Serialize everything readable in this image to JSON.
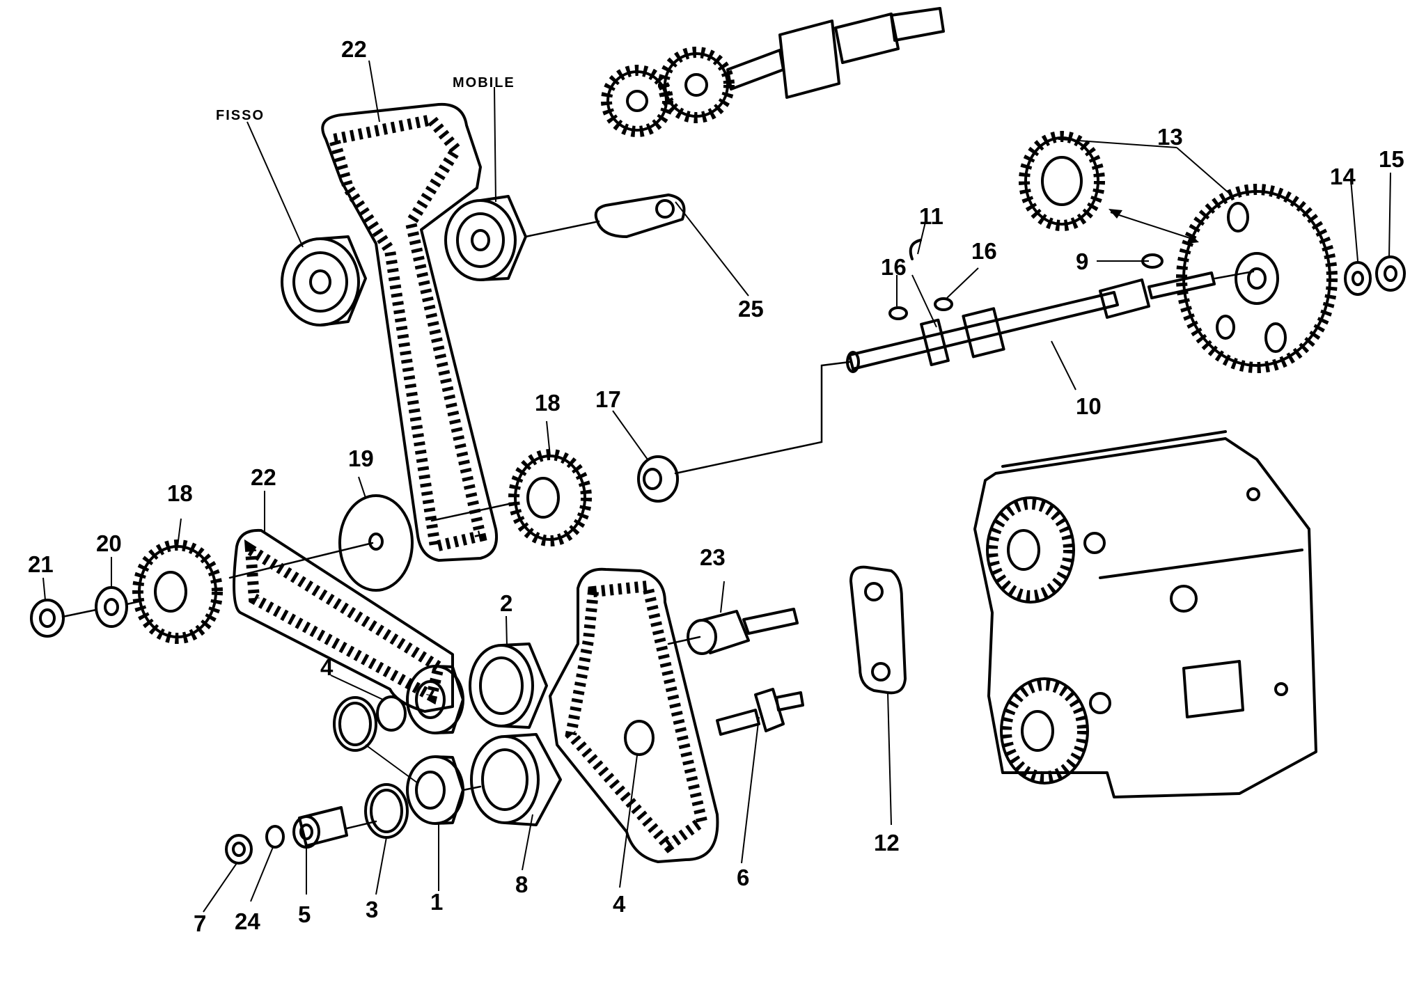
{
  "words": {
    "fixed": "FISSO",
    "mobile": "MOBILE"
  },
  "callouts": [
    {
      "id": "c1",
      "text": "1"
    },
    {
      "id": "c2",
      "text": "2"
    },
    {
      "id": "c3",
      "text": "3"
    },
    {
      "id": "c4a",
      "text": "4"
    },
    {
      "id": "c4b",
      "text": "4"
    },
    {
      "id": "c5",
      "text": "5"
    },
    {
      "id": "c6",
      "text": "6"
    },
    {
      "id": "c7",
      "text": "7"
    },
    {
      "id": "c8",
      "text": "8"
    },
    {
      "id": "c9",
      "text": "9"
    },
    {
      "id": "c10",
      "text": "10"
    },
    {
      "id": "c11",
      "text": "11"
    },
    {
      "id": "c12",
      "text": "12"
    },
    {
      "id": "c13",
      "text": "13"
    },
    {
      "id": "c14",
      "text": "14"
    },
    {
      "id": "c15",
      "text": "15"
    },
    {
      "id": "c16a",
      "text": "16"
    },
    {
      "id": "c16b",
      "text": "16"
    },
    {
      "id": "c17",
      "text": "17"
    },
    {
      "id": "c18a",
      "text": "18"
    },
    {
      "id": "c18b",
      "text": "18"
    },
    {
      "id": "c19",
      "text": "19"
    },
    {
      "id": "c20",
      "text": "20"
    },
    {
      "id": "c21",
      "text": "21"
    },
    {
      "id": "c22a",
      "text": "22"
    },
    {
      "id": "c22b",
      "text": "22"
    },
    {
      "id": "c23",
      "text": "23"
    },
    {
      "id": "c24",
      "text": "24"
    },
    {
      "id": "c25",
      "text": "25"
    }
  ]
}
